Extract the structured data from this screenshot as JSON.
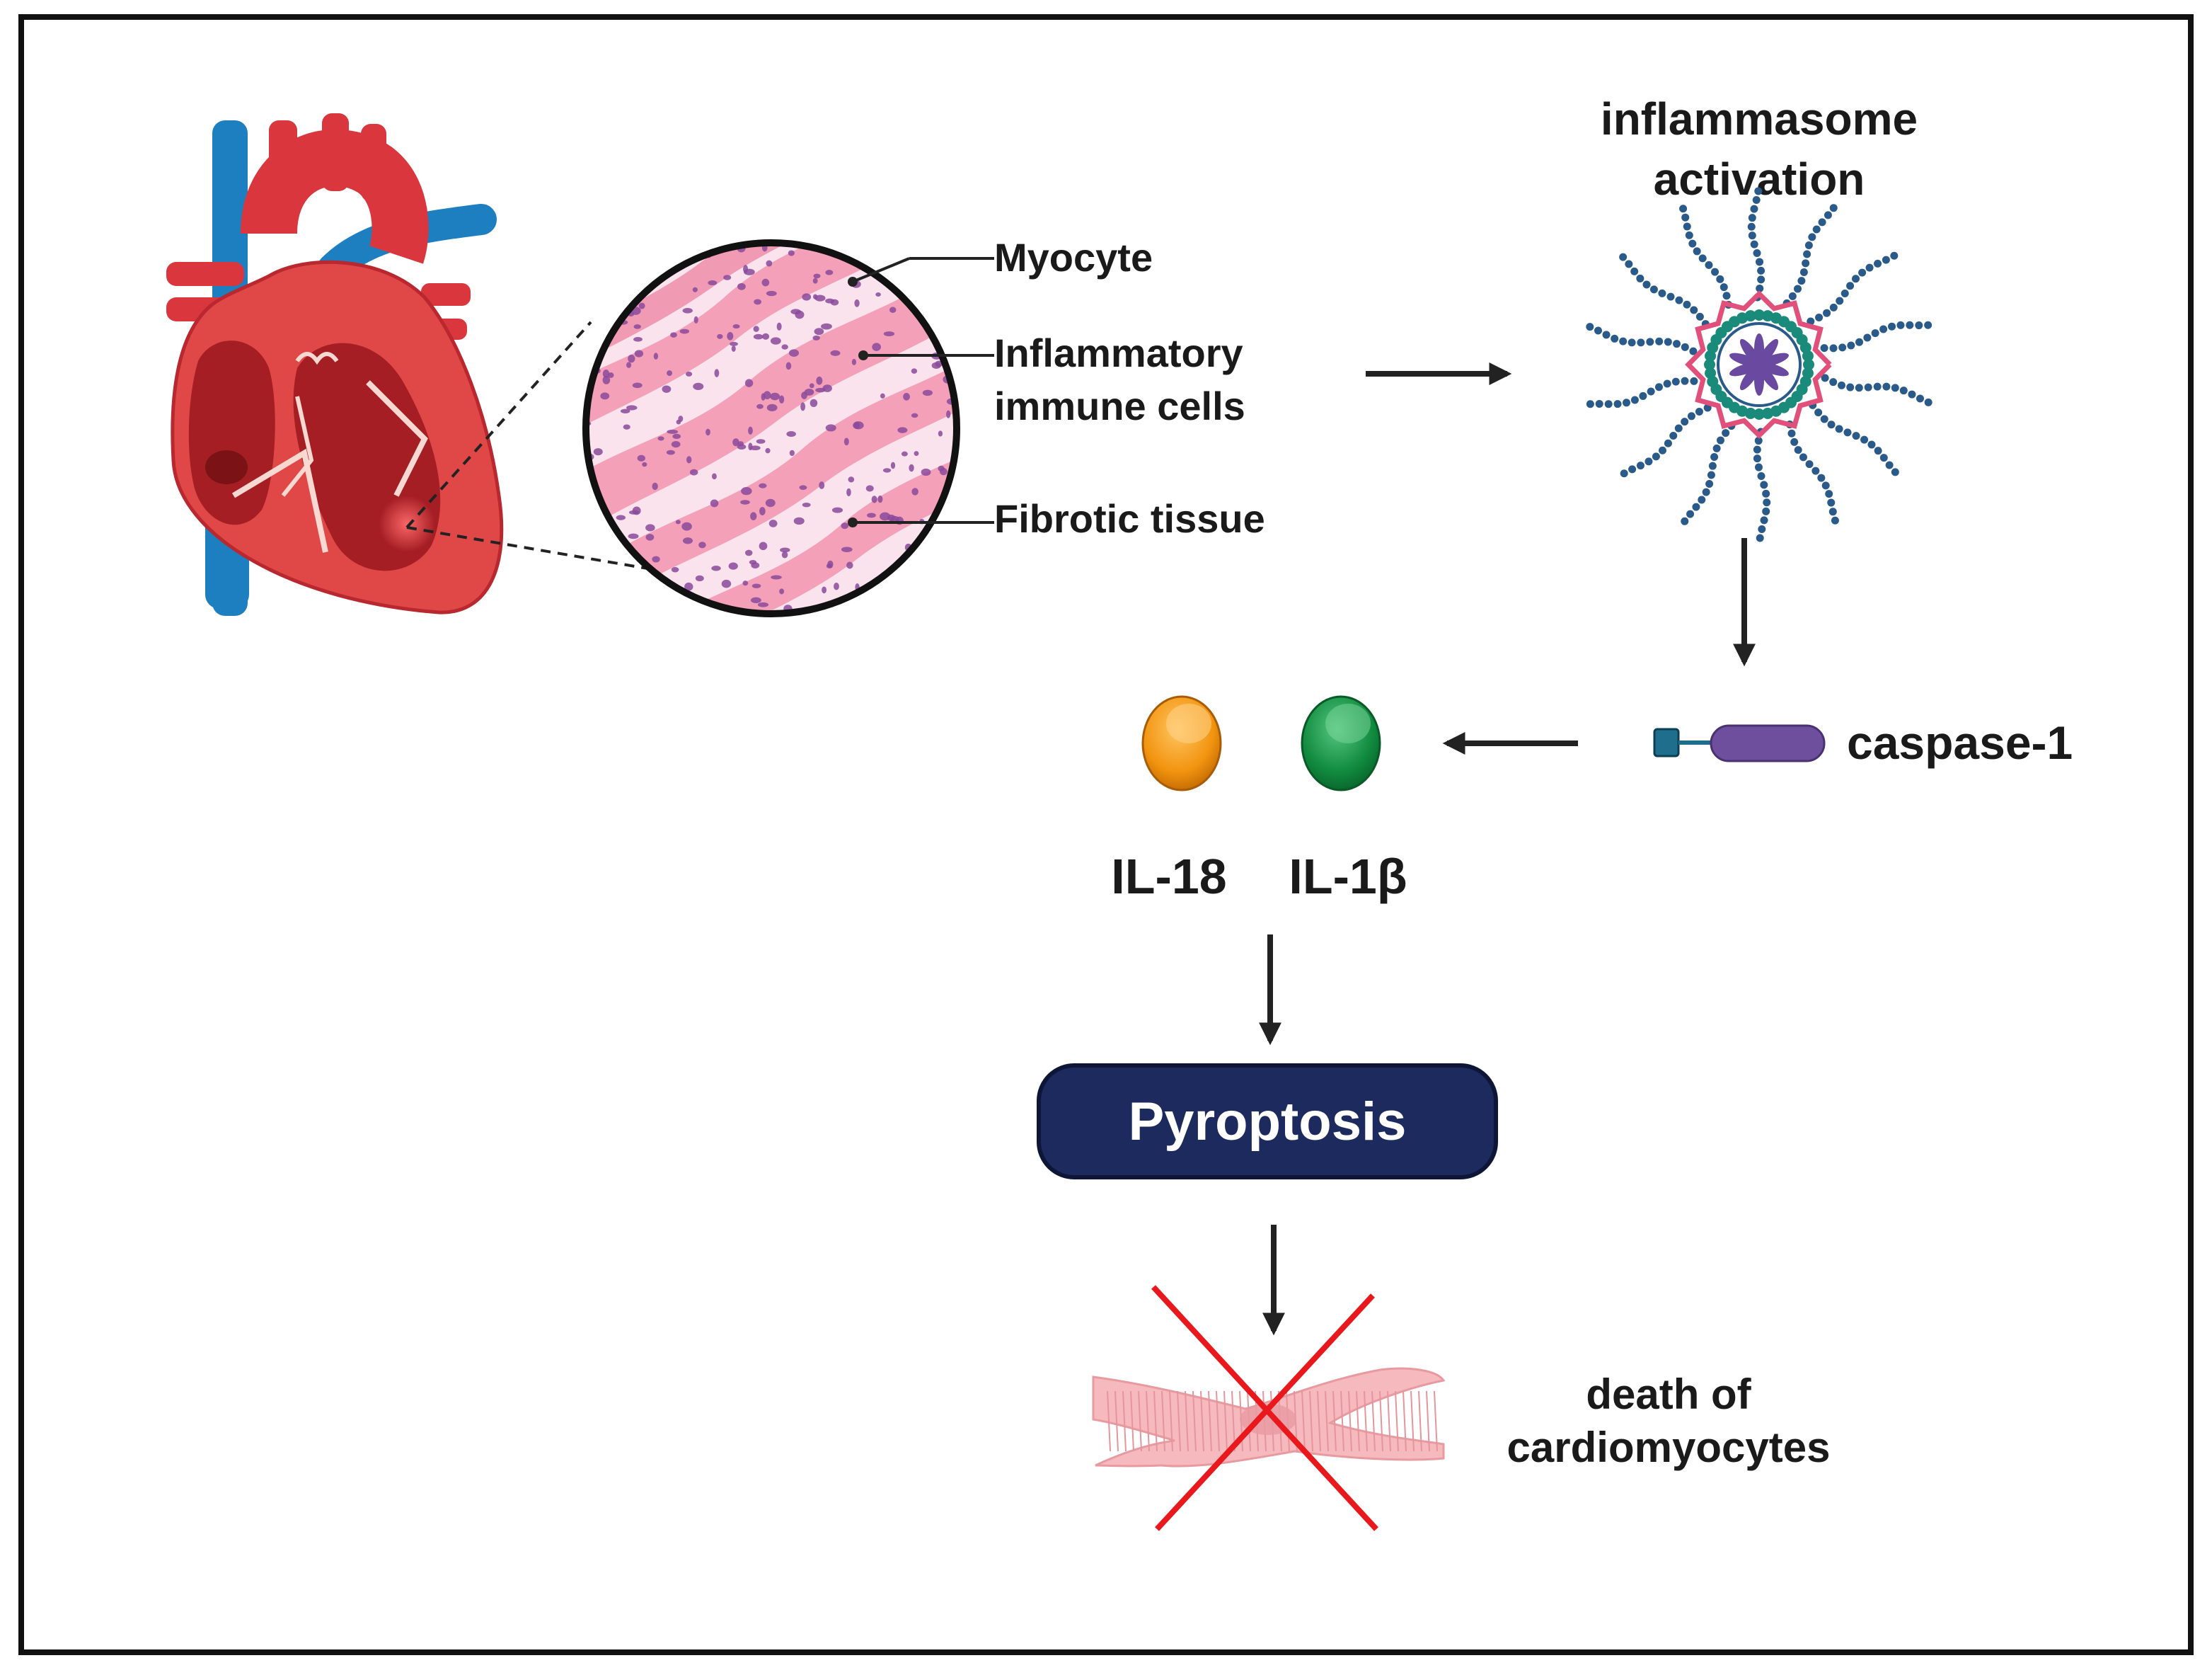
{
  "labels": {
    "myocyte": "Myocyte",
    "inflammatory_line1": "Inflammatory",
    "inflammatory_line2": "immune cells",
    "fibrotic": "Fibrotic tissue",
    "inflammasome_line1": "inflammasome",
    "inflammasome_line2": "activation",
    "caspase": "caspase-1",
    "il18": "IL-18",
    "il1b": "IL-1β",
    "pyroptosis": "Pyroptosis",
    "death_line1": "death of",
    "death_line2": "cardiomyocytes"
  },
  "colors": {
    "frame": "#111111",
    "arrow": "#222222",
    "pill_fill": "#1c2a5e",
    "pill_stroke": "#0e1638",
    "il18": "#f2940f",
    "il1b": "#118b3f",
    "caspase_body": "#6e4f9e",
    "caspase_head": "#1f6e8c",
    "inflammasome_dots": "#2a5a8a",
    "inflammasome_ring": "#1a8a7a",
    "inflammasome_petals": "#6a4aa0",
    "inflammasome_star": "#e0507a",
    "heart_red": "#e04848",
    "heart_dark": "#a51e24",
    "vessel_blue": "#1e7fc0",
    "tissue_pink": "#f4a0b8",
    "tissue_bg": "#fbe3ee",
    "nucleus": "#8a4a9a",
    "cross_red": "#e8181c",
    "myocyte_pink": "#f6b9bd"
  }
}
